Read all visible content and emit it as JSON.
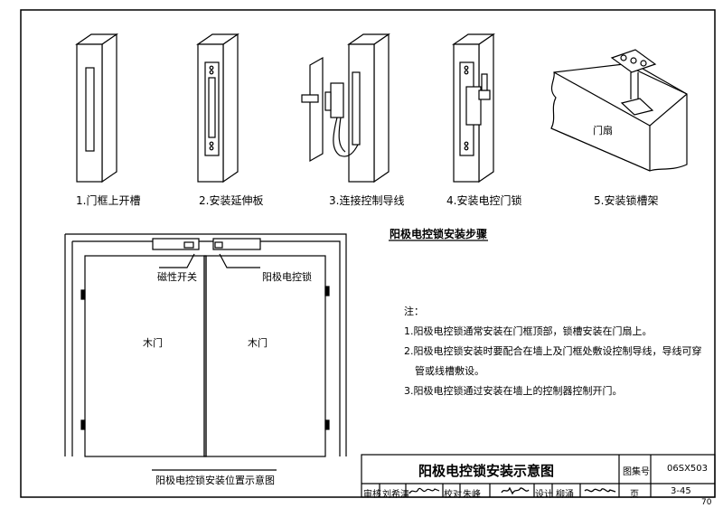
{
  "steps": [
    {
      "label": "1.门框上开槽"
    },
    {
      "label": "2.安装延伸板"
    },
    {
      "label": "3.连接控制导线"
    },
    {
      "label": "4.安装电控门锁"
    },
    {
      "label": "5.安装锁槽架"
    }
  ],
  "labels": {
    "door_leaf": "门扇",
    "steps_title": "阳极电控锁安装步骤",
    "magnetic_switch": "磁性开关",
    "anode_lock": "阳极电控锁",
    "wood_door_left": "木门",
    "wood_door_right": "木门",
    "position_caption": "阳极电控锁安装位置示意图"
  },
  "notes": {
    "heading": "注：",
    "items": [
      "1.阳极电控锁通常安装在门框顶部，锁槽安装在门扇上。",
      "2.阳极电控锁安装时要配合在墙上及门框处敷设控制导线，导线可穿",
      "管或线槽敷设。",
      "3.阳极电控锁通过安装在墙上的控制器控制开门。"
    ]
  },
  "title_block": {
    "title": "阳极电控锁安装示意图",
    "atlas_label": "图集号",
    "atlas_no": "06SX503",
    "review_label": "审核",
    "reviewer": "刘希清",
    "check_label": "校对",
    "checker": "朱峰",
    "design_label": "设计",
    "designer": "柳涌",
    "page_label": "页",
    "page_no": "3-45"
  },
  "sheet_number": "70"
}
